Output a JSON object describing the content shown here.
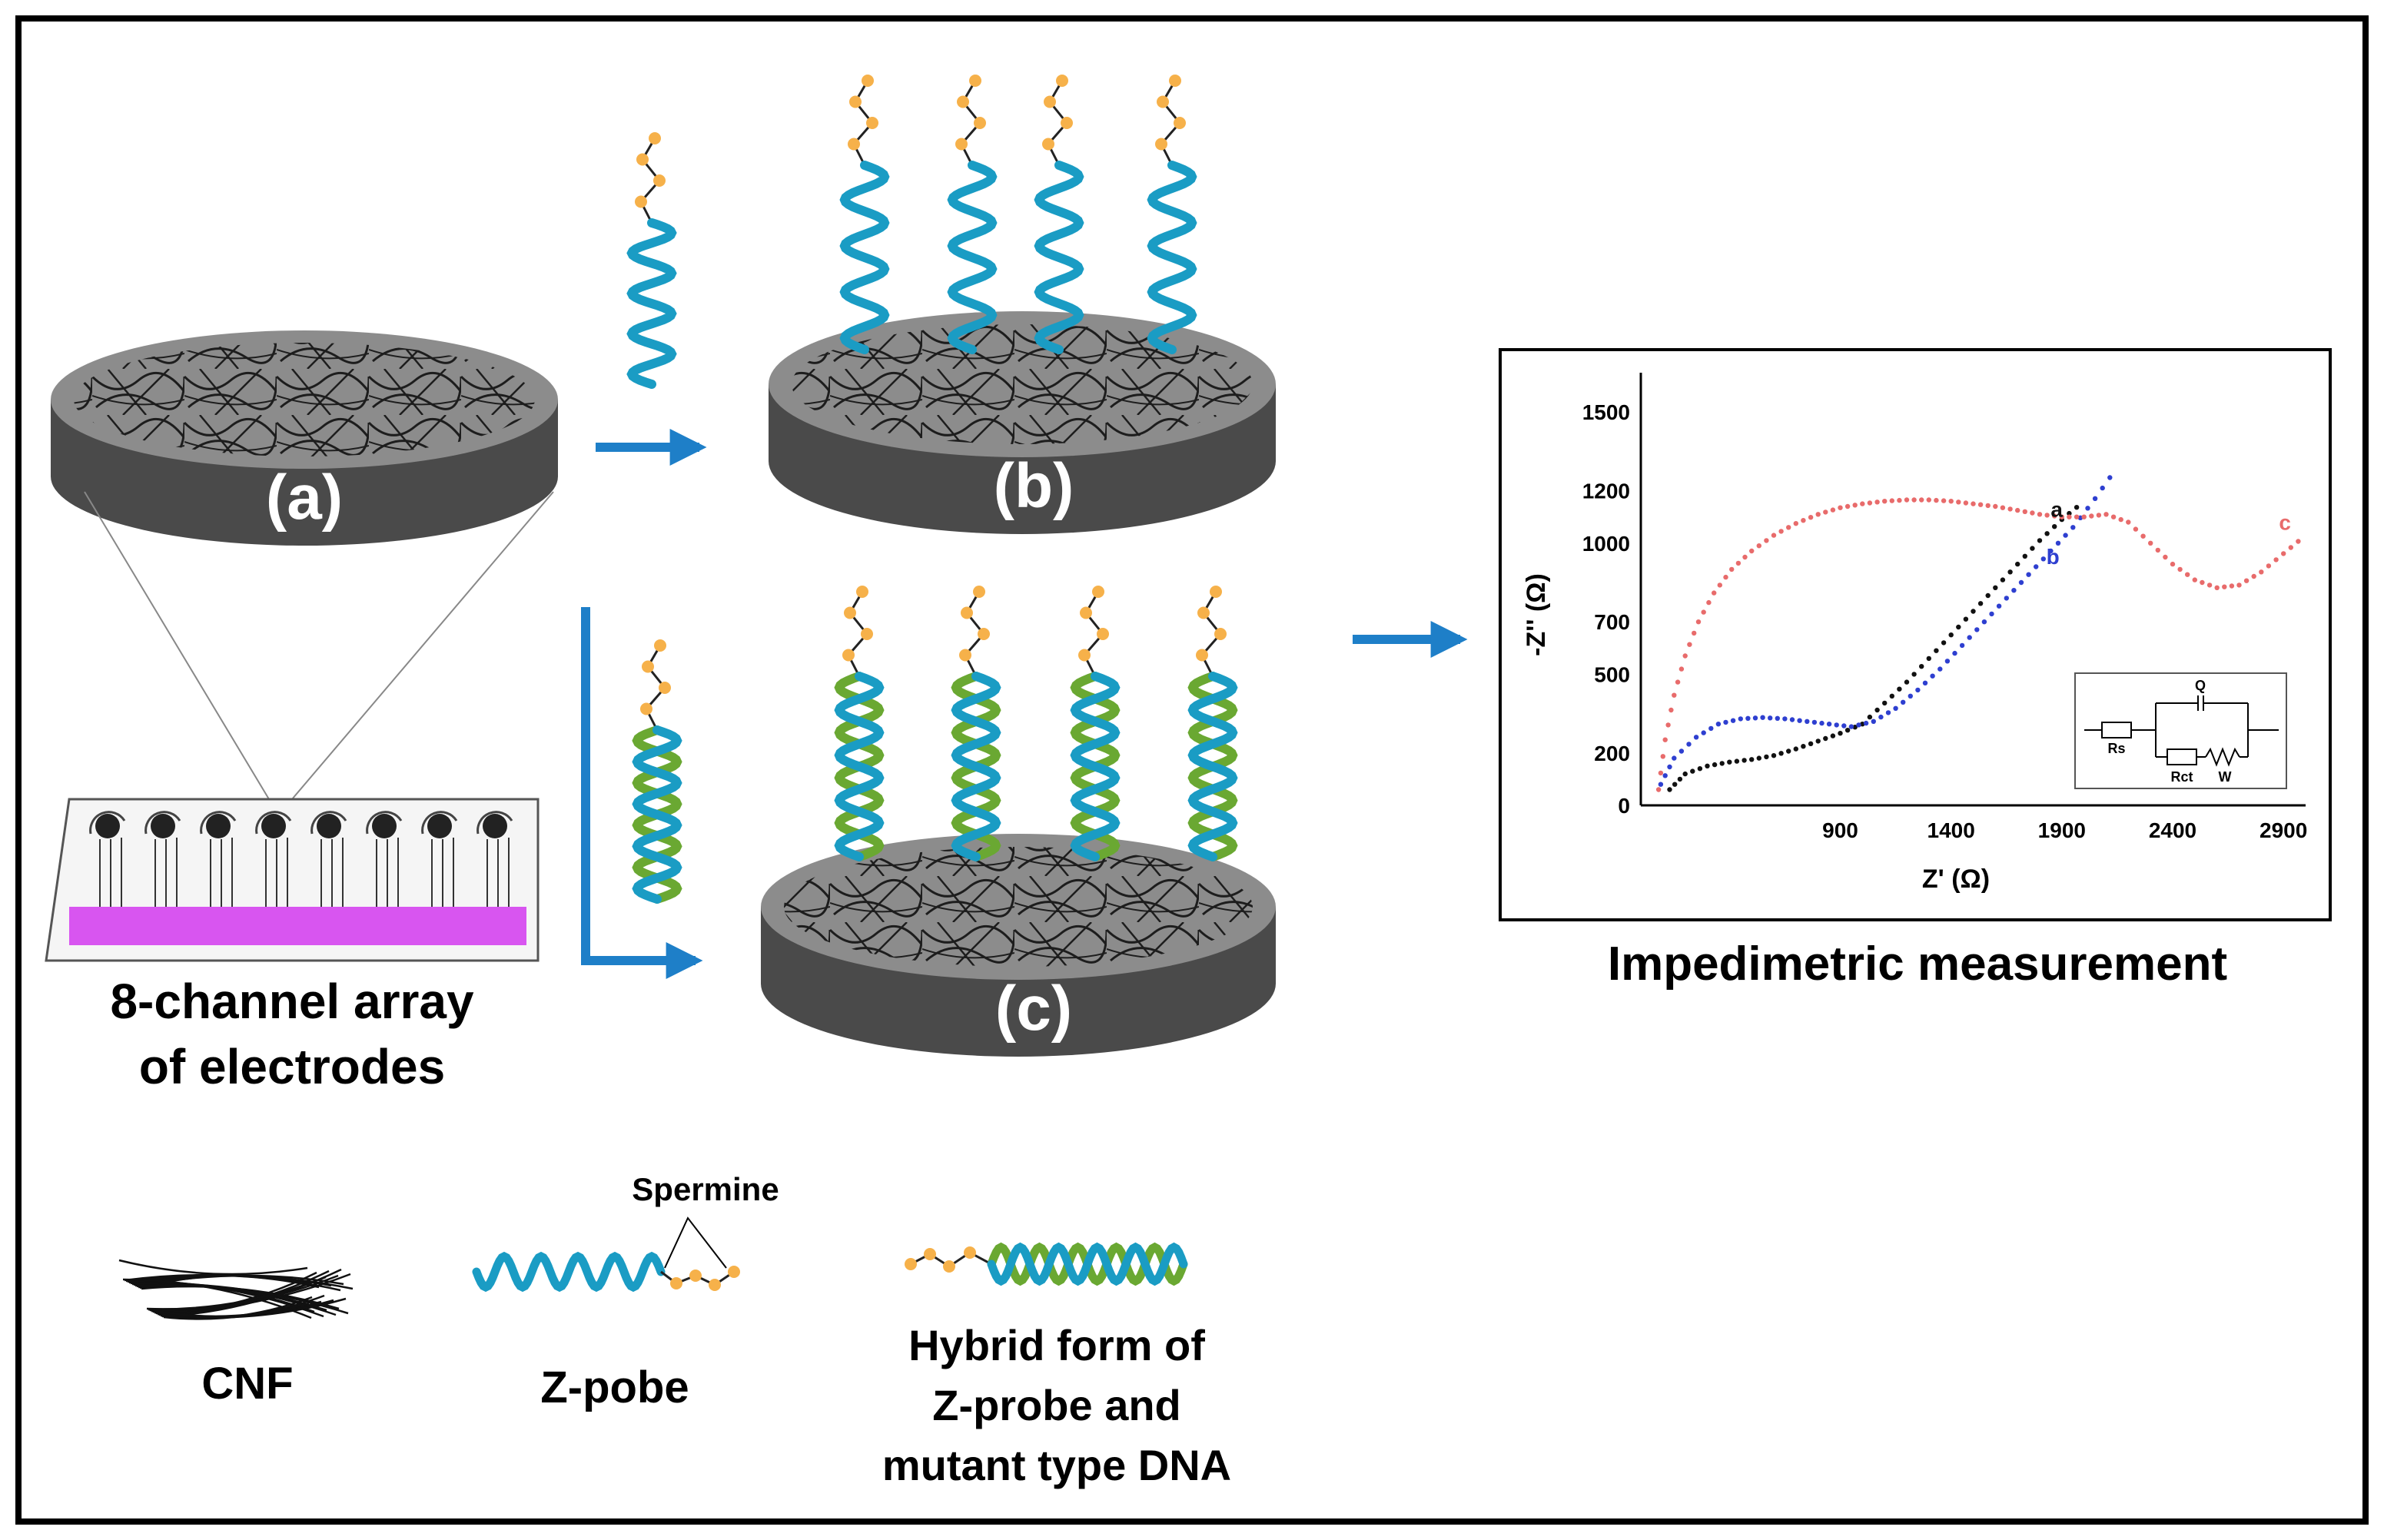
{
  "panels": {
    "a": "(a)",
    "b": "(b)",
    "c": "(c)"
  },
  "labels": {
    "array_line1": "8-channel array",
    "array_line2": "of electrodes",
    "measurement": "Impedimetric measurement",
    "spermine": "Spermine",
    "cnf": "CNF",
    "zprobe": "Z-pobe",
    "hybrid_line1": "Hybrid form of",
    "hybrid_line2": "Z-probe and",
    "hybrid_line3": "mutant type DNA"
  },
  "colors": {
    "electrode_top": "#8c8c8c",
    "electrode_side": "#4a4a4a",
    "zprobe": "#1a9cc4",
    "target_dna": "#6aa832",
    "spermine": "#f6b14a",
    "arrow": "#1e7fc8",
    "array_pads": "#d855f0"
  },
  "chart_data": {
    "type": "scatter",
    "xlabel": "Z' (Ω)",
    "ylabel": "-Z'' (Ω)",
    "x_ticks": [
      900,
      1400,
      1900,
      2400,
      2900
    ],
    "y_ticks": [
      0,
      200,
      500,
      700,
      1000,
      1200,
      1500
    ],
    "xlim": [
      0,
      3000
    ],
    "ylim": [
      0,
      1650
    ],
    "series": [
      {
        "name": "a",
        "color": "#111111",
        "x": [
          130,
          200,
          300,
          400,
          500,
          600,
          700,
          800,
          900,
          1000,
          1100,
          1200,
          1300,
          1400,
          1500,
          1600,
          1700,
          1800,
          1900,
          2000
        ],
        "y": [
          60,
          120,
          150,
          165,
          175,
          190,
          215,
          245,
          275,
          310,
          390,
          470,
          560,
          650,
          740,
          830,
          920,
          1010,
          1090,
          1160
        ]
      },
      {
        "name": "b",
        "color": "#2e3fd0",
        "x": [
          90,
          150,
          250,
          350,
          450,
          550,
          650,
          750,
          850,
          950,
          1050,
          1150,
          1250,
          1350,
          1450,
          1550,
          1650,
          1750,
          1850,
          1950,
          2050,
          2150
        ],
        "y": [
          80,
          180,
          260,
          310,
          330,
          335,
          330,
          320,
          310,
          300,
          320,
          370,
          440,
          520,
          610,
          700,
          790,
          880,
          970,
          1060,
          1170,
          1290
        ]
      },
      {
        "name": "c",
        "color": "#e86b6b",
        "x": [
          80,
          110,
          150,
          200,
          260,
          330,
          410,
          500,
          600,
          700,
          800,
          900,
          1000,
          1100,
          1200,
          1300,
          1400,
          1500,
          1600,
          1700,
          1800,
          1900,
          2000,
          2100,
          2200,
          2300,
          2400,
          2500,
          2600,
          2700,
          2800,
          2900,
          3000
        ],
        "y": [
          60,
          250,
          420,
          570,
          700,
          810,
          900,
          970,
          1030,
          1075,
          1110,
          1135,
          1150,
          1160,
          1165,
          1165,
          1160,
          1150,
          1140,
          1125,
          1110,
          1100,
          1100,
          1110,
          1080,
          1000,
          920,
          860,
          830,
          840,
          890,
          960,
          1030
        ]
      }
    ]
  },
  "inset_circuit": {
    "rs": "Rs",
    "q": "Q",
    "rct": "Rct",
    "w": "W"
  }
}
